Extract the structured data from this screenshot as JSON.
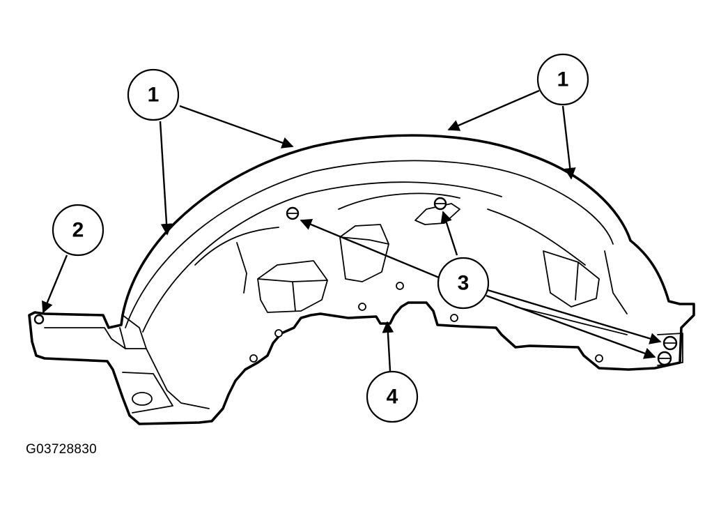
{
  "figure": {
    "reference_code": "G03728830",
    "callouts": [
      {
        "id": "callout-1-left",
        "label": "1"
      },
      {
        "id": "callout-1-right",
        "label": "1"
      },
      {
        "id": "callout-2",
        "label": "2"
      },
      {
        "id": "callout-3",
        "label": "3"
      },
      {
        "id": "callout-4",
        "label": "4"
      }
    ]
  }
}
